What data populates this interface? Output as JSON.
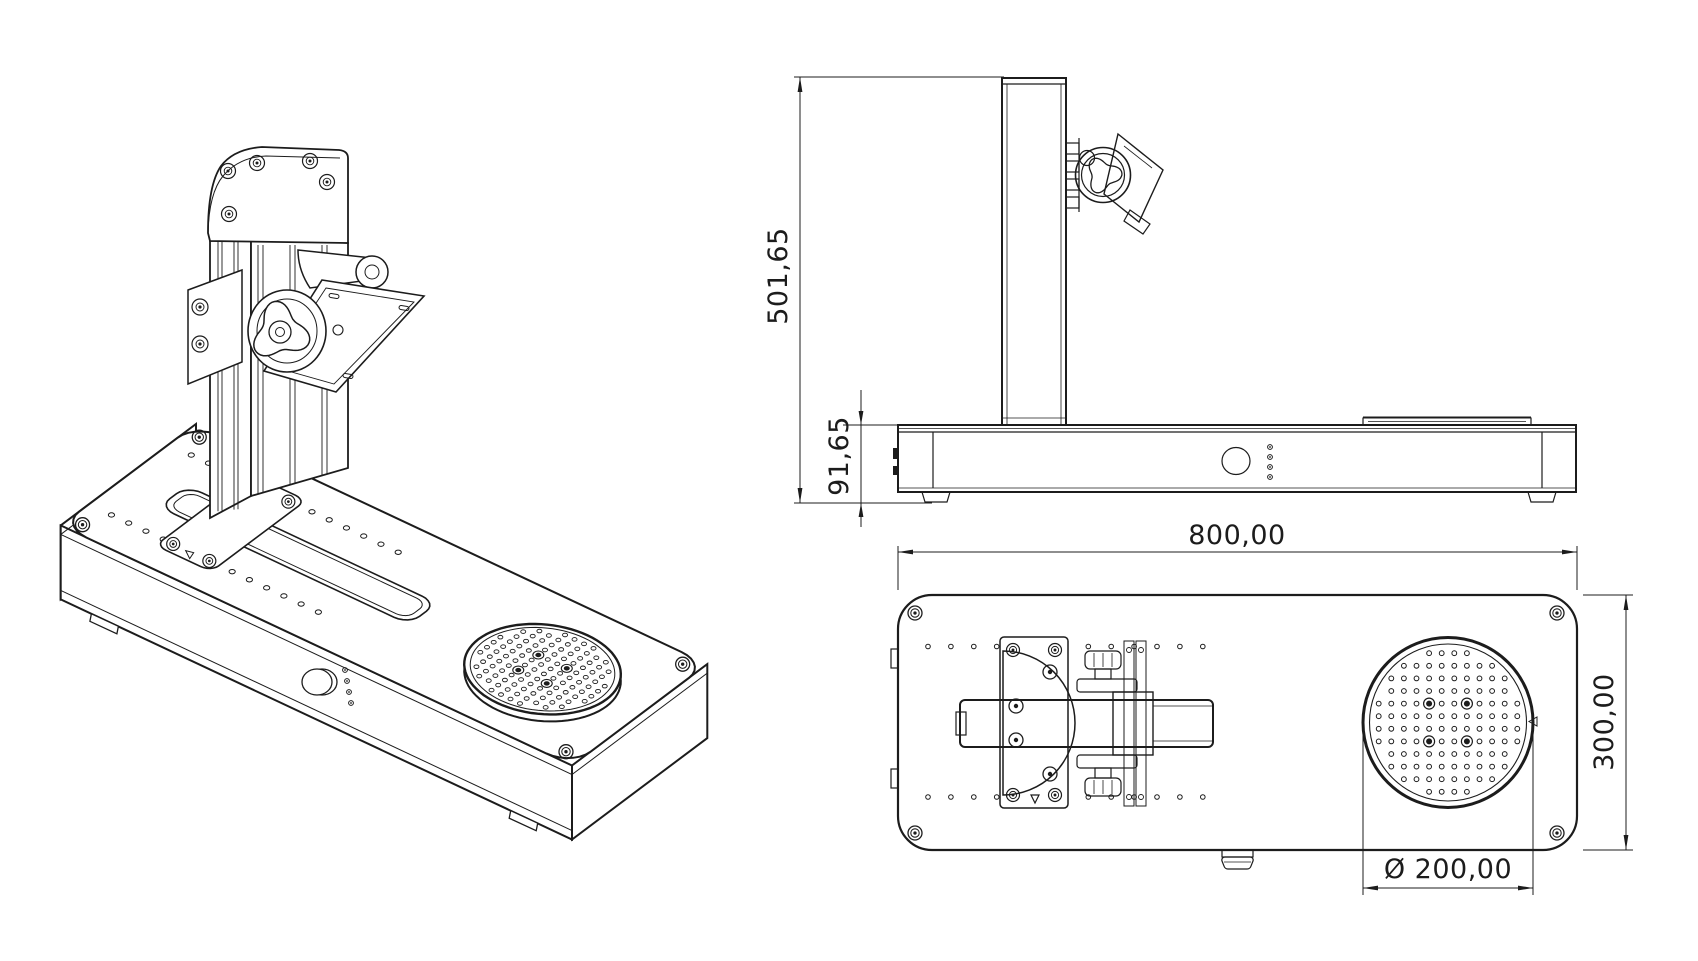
{
  "drawing": {
    "background": "#ffffff",
    "line_color": "#1c1c1c",
    "view_names": {
      "isometric": "isometric-view",
      "front": "front-elevation-view",
      "top": "top-plan-view"
    }
  },
  "dimensions": {
    "front_view": {
      "total_height_mm": "501,65",
      "base_height_mm": "91,65"
    },
    "top_view": {
      "base_length_mm": "800,00",
      "base_depth_mm": "300,00",
      "turntable_diameter_mm": "Ø 200,00"
    }
  }
}
